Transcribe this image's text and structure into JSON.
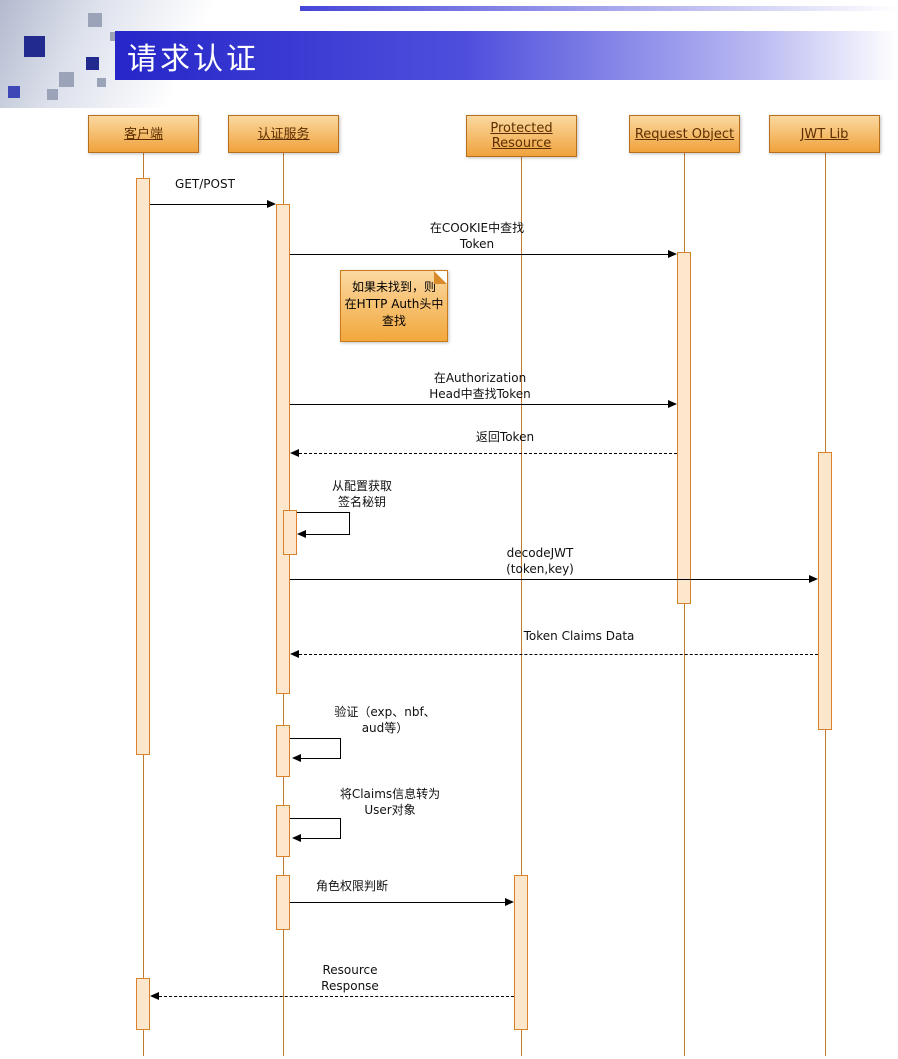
{
  "slide": {
    "title": "请求认证"
  },
  "diagram": {
    "actors": [
      {
        "label": "客户端"
      },
      {
        "label": "认证服务"
      },
      {
        "label": "Protected\nResource"
      },
      {
        "label": "Request Object"
      },
      {
        "label": "JWT Lib"
      }
    ],
    "messages": [
      {
        "label": "GET/POST",
        "type": "sync"
      },
      {
        "label": "在COOKIE中查找\nToken",
        "type": "sync"
      },
      {
        "label": "在Authorization\nHead中查找Token",
        "type": "sync"
      },
      {
        "label": "返回Token",
        "type": "return"
      },
      {
        "label": "从配置获取\n签名秘钥",
        "type": "self"
      },
      {
        "label": "decodeJWT\n(token,key)",
        "type": "sync"
      },
      {
        "label": "Token Claims Data",
        "type": "return"
      },
      {
        "label": "验证（exp、nbf、\naud等）",
        "type": "self"
      },
      {
        "label": "将Claims信息转为\nUser对象",
        "type": "self"
      },
      {
        "label": "角色权限判断",
        "type": "sync"
      },
      {
        "label": "Resource\nResponse",
        "type": "return"
      }
    ],
    "note": {
      "text": "如果未找到，则\n在HTTP Auth头中\n查找"
    },
    "colors": {
      "banner_blue": "#2626C9",
      "actor_fill_top": "#FAD9A0",
      "actor_fill_bottom": "#F0A23C",
      "actor_border": "#B66F1E",
      "activation_fill": "#FCE7CD",
      "activation_border": "#D9822B",
      "lifeline": "#BE7B2E",
      "arrow": "#000000"
    }
  }
}
